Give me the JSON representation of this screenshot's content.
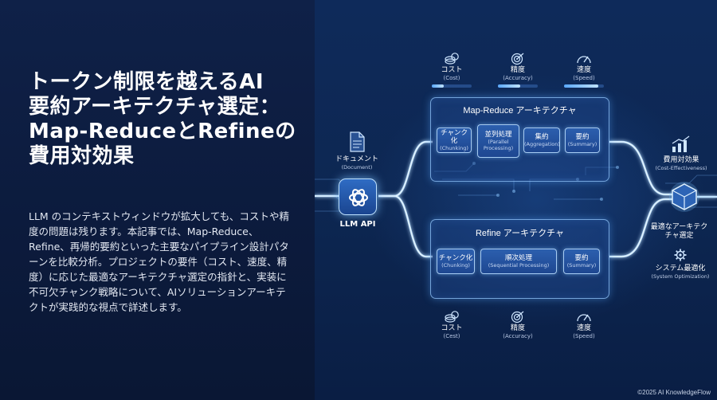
{
  "title": {
    "line1": "トークン制限を越えるAI",
    "line2": "要約アーキテクチャ選定：",
    "line3": "Map-ReduceとRefineの",
    "line4": "費用対効果"
  },
  "description": "LLM のコンテキストウィンドウが拡大しても、コストや精度の問題は残ります。本記事では、Map-Reduce、Refine、再帰的要約といった主要なパイプライン設計パターンを比較分析。プロジェクトの要件（コスト、速度、精度）に応じた最適なアーキテクチャ選定の指針と、実装に不可欠チャンク戦略について、AIソリューションアーキテクトが実践的な視点で詳述します。",
  "diagram": {
    "top_metrics": [
      {
        "jp": "コスト",
        "en": "(Cost)",
        "icon": "coin-icon",
        "level": 0.3
      },
      {
        "jp": "精度",
        "en": "(Accuracy)",
        "icon": "target-icon",
        "level": 0.55
      },
      {
        "jp": "速度",
        "en": "(Speed)",
        "icon": "speedometer-icon",
        "level": 0.85
      }
    ],
    "bottom_metrics": [
      {
        "jp": "コスト",
        "en": "(Cest)",
        "icon": "coin-icon"
      },
      {
        "jp": "精度",
        "en": "(Accuracy)",
        "icon": "target-icon"
      },
      {
        "jp": "速度",
        "en": "(Speed)",
        "icon": "speedometer-icon"
      }
    ],
    "document": {
      "jp": "ドキュメント",
      "en": "(Document)"
    },
    "llm_api": "LLM API",
    "map_reduce": {
      "title": "Map-Reduce アーキテクチャ",
      "steps": [
        {
          "jp": "チャンク化",
          "en": "(Chunking)"
        },
        {
          "jp": "並列処理",
          "en": "(Parallel Processing)"
        },
        {
          "jp": "集約",
          "en": "(Aggregation)"
        },
        {
          "jp": "要約",
          "en": "(Summary)"
        }
      ]
    },
    "refine": {
      "title": "Refine アーキテクチャ",
      "steps": [
        {
          "jp": "チャンク化",
          "en": "(Chunking)"
        },
        {
          "jp": "順次処理",
          "en": "(Sequential Processing)"
        },
        {
          "jp": "要約",
          "en": "(Summary)"
        }
      ]
    },
    "cost_effectiveness": {
      "jp": "費用対効果",
      "en": "(Cost-Effectiveness)"
    },
    "optimal": {
      "line1": "最適なアーキテク",
      "line2": "チャ選定"
    },
    "optimization": {
      "jp": "システム最適化",
      "en": "(System Optimization)"
    }
  },
  "footer": "©2025 AI KnowledgeFlow",
  "colors": {
    "accent": "#5aa8ff",
    "glow": "#bfe2ff",
    "panel": "#0c1b3d"
  }
}
